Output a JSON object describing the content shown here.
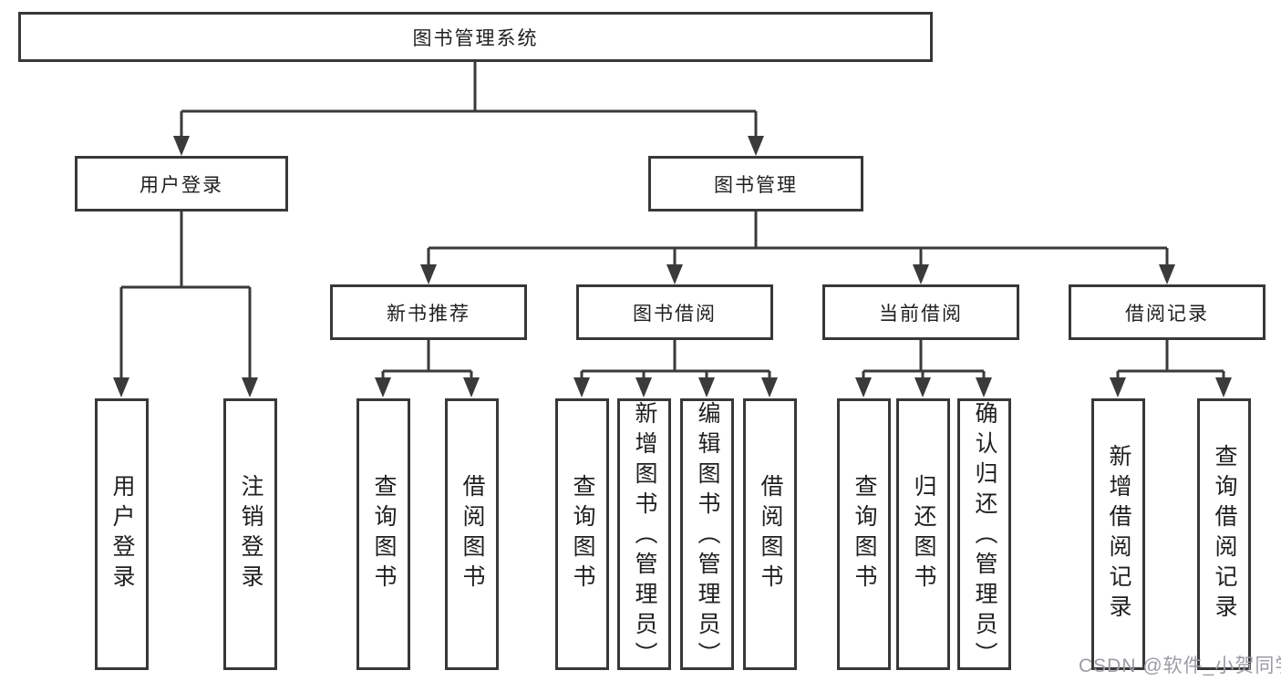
{
  "colors": {
    "line": "#3a3a3a",
    "box_border": "#383838",
    "text": "#1f1f1f",
    "bg": "#ffffff",
    "watermark": "#9c9ca4"
  },
  "watermark": "CSDN @软件_小贺同学",
  "diagram": {
    "root": "图书管理系统",
    "branches": {
      "user_login": {
        "label": "用户登录",
        "children": [
          "用户登录",
          "注销登录"
        ]
      },
      "book_management": {
        "label": "图书管理",
        "children": {
          "new_book": {
            "label": "新书推荐",
            "children": [
              "查询图书",
              "借阅图书"
            ]
          },
          "borrow": {
            "label": "图书借阅",
            "children": [
              "查询图书",
              "新增图书（管理员）",
              "编辑图书（管理员）",
              "借阅图书"
            ]
          },
          "current": {
            "label": "当前借阅",
            "children": [
              "查询图书",
              "归还图书",
              "确认归还（管理员）"
            ]
          },
          "records": {
            "label": "借阅记录",
            "children": [
              "新增借阅记录",
              "查询借阅记录"
            ]
          }
        }
      }
    }
  }
}
